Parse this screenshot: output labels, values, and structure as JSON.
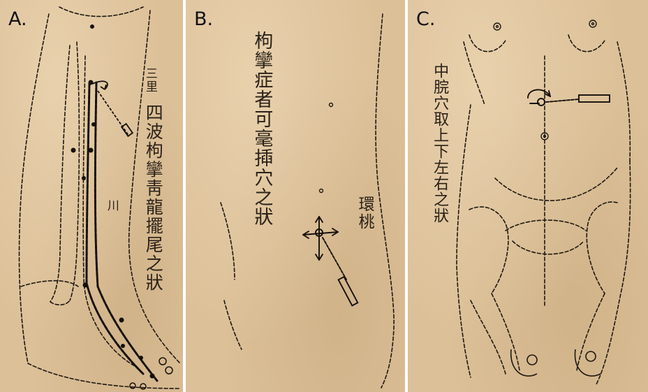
{
  "panels": [
    {
      "label": "A.",
      "caption": "四波枸攣靑龍擺尾之狀",
      "marks": [
        "三里",
        "川"
      ]
    },
    {
      "label": "B.",
      "caption": "枸攣症者可毫揷穴之狀",
      "point_label": "環桃"
    },
    {
      "label": "C.",
      "caption": "中脘穴取上下左右之狀"
    }
  ],
  "colors": {
    "paper": "#dcc098",
    "ink": "#2a2118"
  }
}
